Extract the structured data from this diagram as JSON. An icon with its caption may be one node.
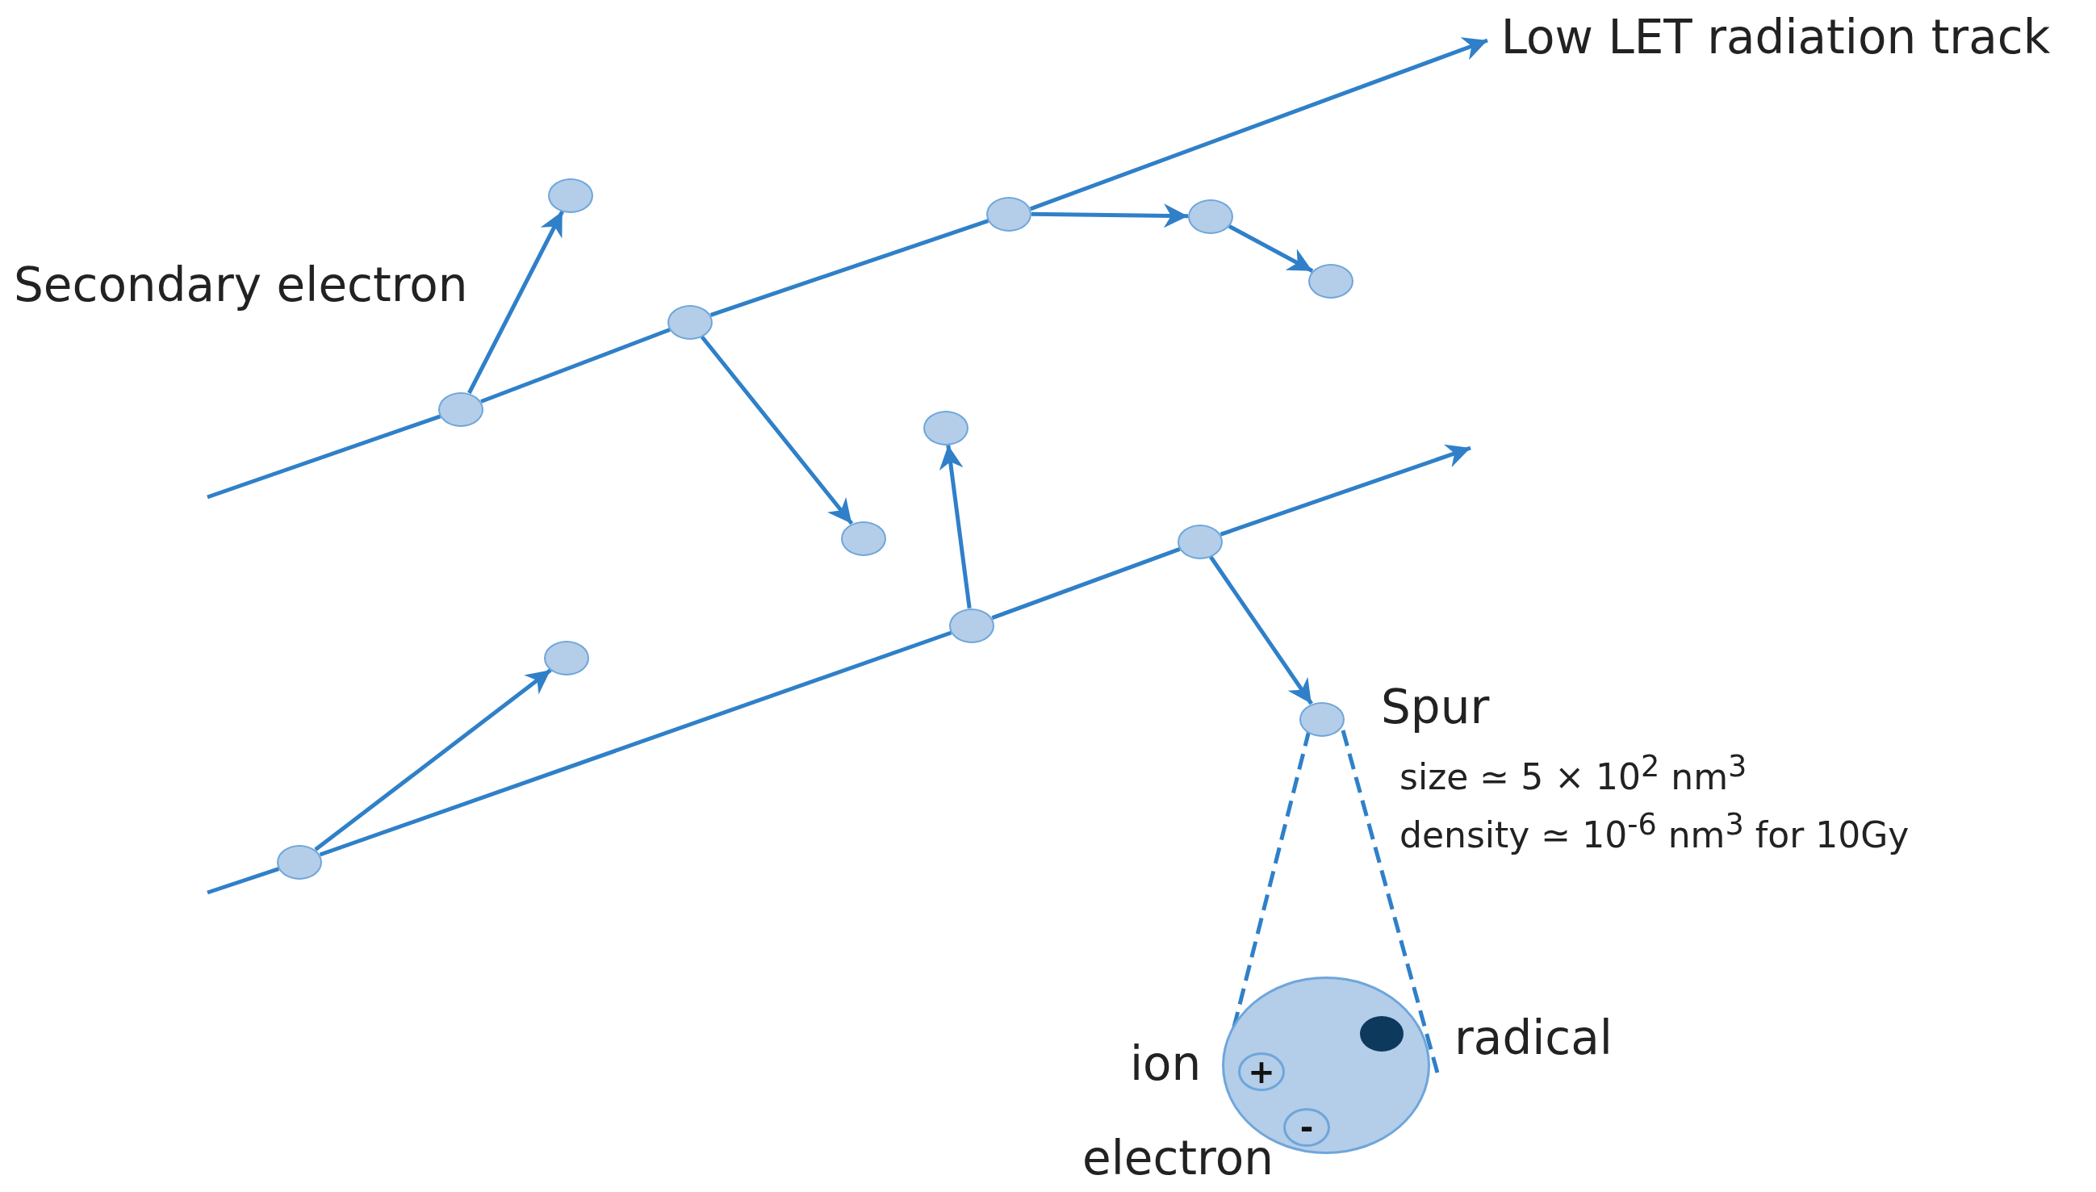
{
  "diagram": {
    "nodes": [
      {
        "text": [],
        "shape": "circle"
      },
      {
        "text": [],
        "shape": "circle"
      },
      {
        "text": [],
        "shape": "circle"
      },
      {
        "text": [],
        "shape": "circle"
      },
      {
        "text": [],
        "shape": "circle"
      },
      {
        "text": [],
        "shape": "circle"
      },
      {
        "text": [],
        "shape": "circle"
      },
      {
        "text": [],
        "shape": "circle"
      },
      {
        "text": [],
        "shape": "circle"
      },
      {
        "text": [],
        "shape": "circle"
      },
      {
        "text": [],
        "shape": "circle"
      },
      {
        "text": [],
        "shape": "circle",
        "beside": [
          "Spur",
          "size ≃ 5 × 10$^{2}$ nm$^{3}$",
          "density ≃ 10$^{-6}$ nm$^{3}$ for 10Gy"
        ]
      },
      {
        "text": [],
        "shape": "circle"
      },
      {
        "text": [],
        "shape": "circle"
      },
      {
        "text": [],
        "shape": "circle",
        "in": 13,
        "beside": [
          "radical"
        ]
      },
      {
        "text": [
          "+"
        ],
        "in": 13,
        "beside": [
          "ion"
        ]
      },
      {
        "text": [
          "-"
        ],
        "in": 13,
        "beside": [
          "electron"
        ]
      },
      {
        "text": [
          "Low LET radiation track"
        ]
      }
    ],
    "edges": [
      {
        "from": null,
        "to": 5,
        "arrow": "none"
      },
      {
        "from": 5,
        "to": 4,
        "arrow": "none"
      },
      {
        "from": 4,
        "to": 1,
        "arrow": "none"
      },
      {
        "from": 1,
        "to": 17,
        "arrow": "to"
      },
      {
        "from": null,
        "to": 12,
        "arrow": "none"
      },
      {
        "from": 12,
        "to": 9,
        "arrow": "none"
      },
      {
        "from": 9,
        "to": 8,
        "arrow": "none"
      },
      {
        "from": 8,
        "to": null,
        "arrow": "to"
      },
      {
        "from": 5,
        "to": 0,
        "arrow": "to"
      },
      {
        "from": 4,
        "to": 7,
        "arrow": "to"
      },
      {
        "from": 1,
        "to": 2,
        "arrow": "to"
      },
      {
        "from": 2,
        "to": 3,
        "arrow": "to"
      },
      {
        "from": 12,
        "to": 10,
        "arrow": "to"
      },
      {
        "from": 9,
        "to": 6,
        "arrow": "to"
      },
      {
        "from": 8,
        "to": 11,
        "arrow": "to"
      },
      {
        "from": 11,
        "to": 13,
        "arrow": "none",
        "style": "dashed"
      },
      {
        "from": 11,
        "to": 13,
        "arrow": "none",
        "style": "dashed"
      }
    ],
    "labels": [
      "Secondary electron"
    ]
  }
}
